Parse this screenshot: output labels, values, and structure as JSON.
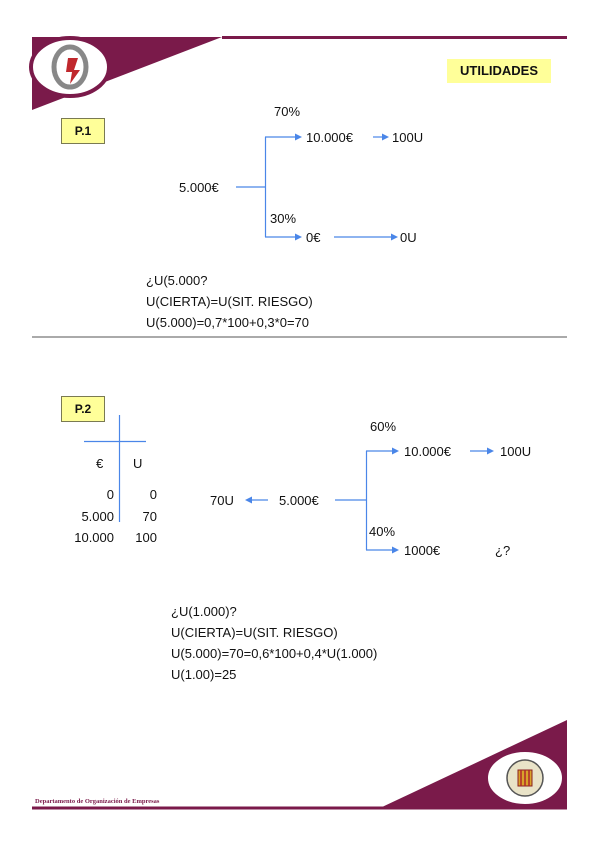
{
  "header": {
    "title": "UTILIDADES"
  },
  "footer": {
    "department": "Departamento de Organización de Empresas"
  },
  "colors": {
    "maroon": "#7a1a4a",
    "arrow": "#4a86e8",
    "label_bg": "#ffff99"
  },
  "p1": {
    "label": "P.1",
    "root": "5.000€",
    "top_prob": "70%",
    "top_value": "10.000€",
    "top_util": "100U",
    "bottom_prob": "30%",
    "bottom_value": "0€",
    "bottom_util": "0U",
    "lines": [
      "¿U(5.000?",
      "U(CIERTA)=U(SIT. RIESGO)",
      "U(5.000)=0,7*100+0,3*0=70"
    ]
  },
  "p2": {
    "label": "P.2",
    "table": {
      "headers": [
        "€",
        "U"
      ],
      "rows": [
        [
          "0",
          "0"
        ],
        [
          "5.000",
          "70"
        ],
        [
          "10.000",
          "100"
        ]
      ]
    },
    "left_util": "70U",
    "root": "5.000€",
    "top_prob": "60%",
    "top_value": "10.000€",
    "top_util": "100U",
    "bottom_prob": "40%",
    "bottom_value": "1000€",
    "bottom_util": "¿?",
    "lines": [
      "¿U(1.000)?",
      "U(CIERTA)=U(SIT. RIESGO)",
      "U(5.000)=70=0,6*100+0,4*U(1.000)",
      "U(1.00)=25"
    ]
  }
}
